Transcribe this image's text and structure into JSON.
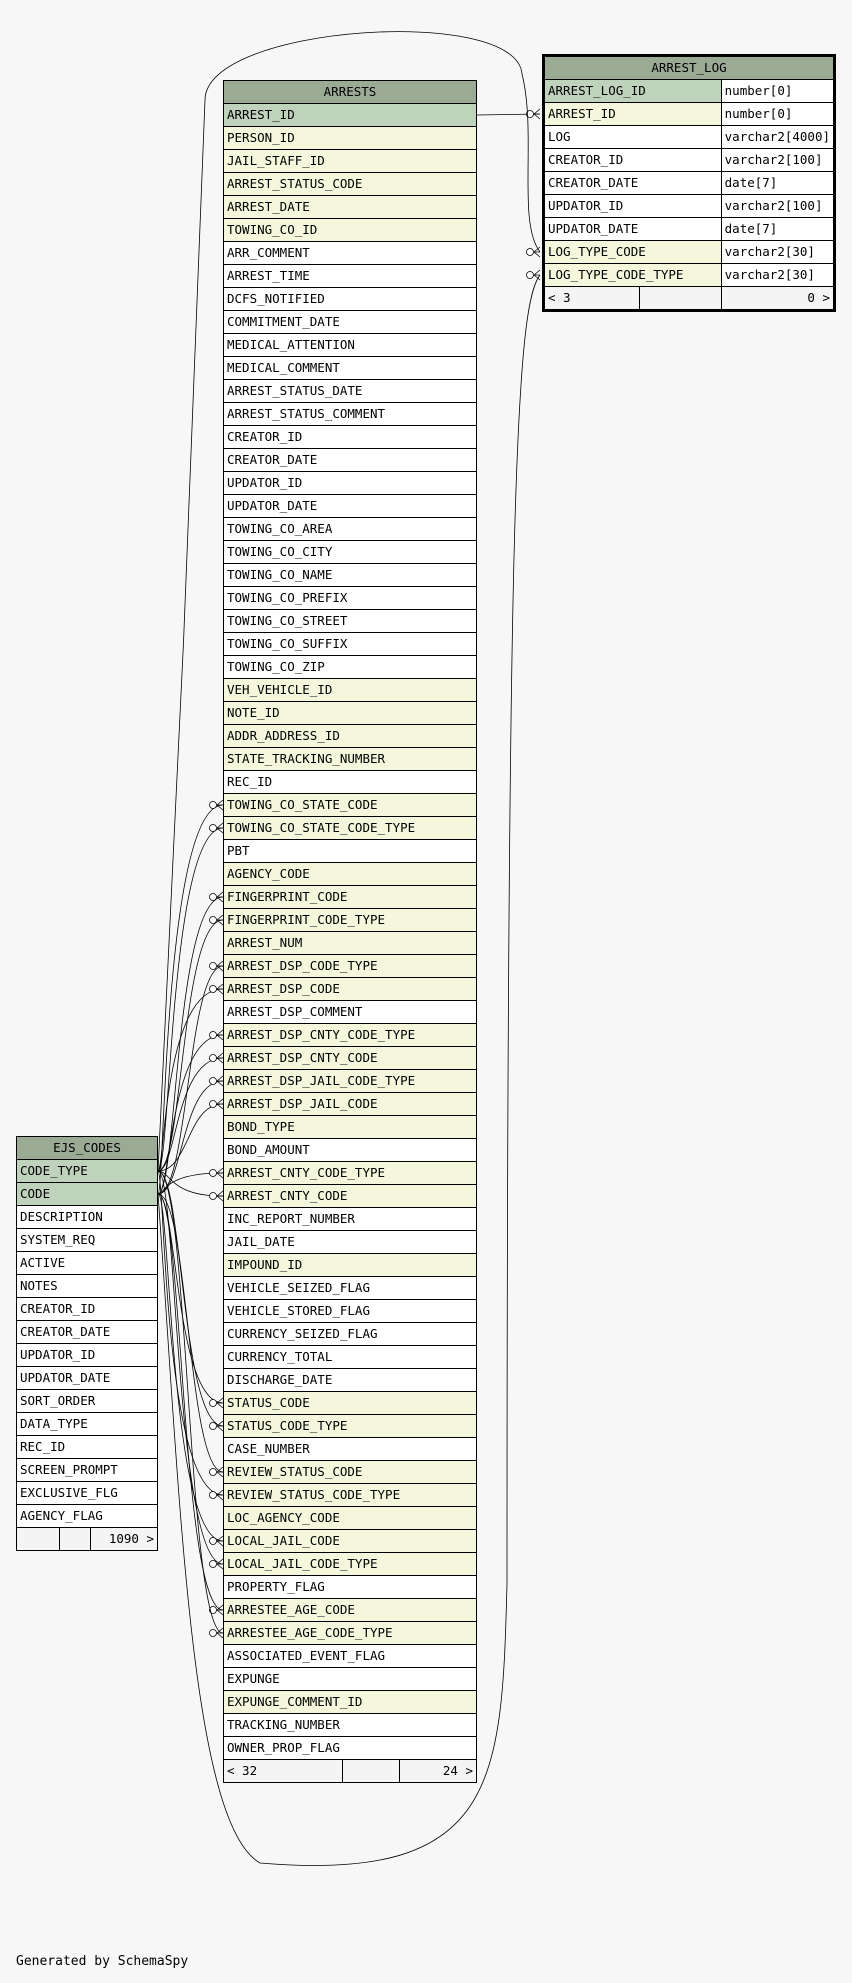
{
  "tables": {
    "arrests": {
      "name": "ARRESTS",
      "columns": [
        {
          "name": "ARREST_ID",
          "kind": "pk"
        },
        {
          "name": "PERSON_ID",
          "kind": "fk"
        },
        {
          "name": "JAIL_STAFF_ID",
          "kind": "fk"
        },
        {
          "name": "ARREST_STATUS_CODE",
          "kind": "fk"
        },
        {
          "name": "ARREST_DATE",
          "kind": "fk"
        },
        {
          "name": "TOWING_CO_ID",
          "kind": "fk"
        },
        {
          "name": "ARR_COMMENT",
          "kind": "plain"
        },
        {
          "name": "ARREST_TIME",
          "kind": "plain"
        },
        {
          "name": "DCFS_NOTIFIED",
          "kind": "plain"
        },
        {
          "name": "COMMITMENT_DATE",
          "kind": "plain"
        },
        {
          "name": "MEDICAL_ATTENTION",
          "kind": "plain"
        },
        {
          "name": "MEDICAL_COMMENT",
          "kind": "plain"
        },
        {
          "name": "ARREST_STATUS_DATE",
          "kind": "plain"
        },
        {
          "name": "ARREST_STATUS_COMMENT",
          "kind": "plain"
        },
        {
          "name": "CREATOR_ID",
          "kind": "plain"
        },
        {
          "name": "CREATOR_DATE",
          "kind": "plain"
        },
        {
          "name": "UPDATOR_ID",
          "kind": "plain"
        },
        {
          "name": "UPDATOR_DATE",
          "kind": "plain"
        },
        {
          "name": "TOWING_CO_AREA",
          "kind": "plain"
        },
        {
          "name": "TOWING_CO_CITY",
          "kind": "plain"
        },
        {
          "name": "TOWING_CO_NAME",
          "kind": "plain"
        },
        {
          "name": "TOWING_CO_PREFIX",
          "kind": "plain"
        },
        {
          "name": "TOWING_CO_STREET",
          "kind": "plain"
        },
        {
          "name": "TOWING_CO_SUFFIX",
          "kind": "plain"
        },
        {
          "name": "TOWING_CO_ZIP",
          "kind": "plain"
        },
        {
          "name": "VEH_VEHICLE_ID",
          "kind": "fk"
        },
        {
          "name": "NOTE_ID",
          "kind": "fk"
        },
        {
          "name": "ADDR_ADDRESS_ID",
          "kind": "fk"
        },
        {
          "name": "STATE_TRACKING_NUMBER",
          "kind": "fk"
        },
        {
          "name": "REC_ID",
          "kind": "plain"
        },
        {
          "name": "TOWING_CO_STATE_CODE",
          "kind": "fk"
        },
        {
          "name": "TOWING_CO_STATE_CODE_TYPE",
          "kind": "fk"
        },
        {
          "name": "PBT",
          "kind": "plain"
        },
        {
          "name": "AGENCY_CODE",
          "kind": "fk"
        },
        {
          "name": "FINGERPRINT_CODE",
          "kind": "fk"
        },
        {
          "name": "FINGERPRINT_CODE_TYPE",
          "kind": "fk"
        },
        {
          "name": "ARREST_NUM",
          "kind": "fk"
        },
        {
          "name": "ARREST_DSP_CODE_TYPE",
          "kind": "fk"
        },
        {
          "name": "ARREST_DSP_CODE",
          "kind": "fk"
        },
        {
          "name": "ARREST_DSP_COMMENT",
          "kind": "plain"
        },
        {
          "name": "ARREST_DSP_CNTY_CODE_TYPE",
          "kind": "fk"
        },
        {
          "name": "ARREST_DSP_CNTY_CODE",
          "kind": "fk"
        },
        {
          "name": "ARREST_DSP_JAIL_CODE_TYPE",
          "kind": "fk"
        },
        {
          "name": "ARREST_DSP_JAIL_CODE",
          "kind": "fk"
        },
        {
          "name": "BOND_TYPE",
          "kind": "fk"
        },
        {
          "name": "BOND_AMOUNT",
          "kind": "plain"
        },
        {
          "name": "ARREST_CNTY_CODE_TYPE",
          "kind": "fk"
        },
        {
          "name": "ARREST_CNTY_CODE",
          "kind": "fk"
        },
        {
          "name": "INC_REPORT_NUMBER",
          "kind": "plain"
        },
        {
          "name": "JAIL_DATE",
          "kind": "plain"
        },
        {
          "name": "IMPOUND_ID",
          "kind": "fk"
        },
        {
          "name": "VEHICLE_SEIZED_FLAG",
          "kind": "plain"
        },
        {
          "name": "VEHICLE_STORED_FLAG",
          "kind": "plain"
        },
        {
          "name": "CURRENCY_SEIZED_FLAG",
          "kind": "plain"
        },
        {
          "name": "CURRENCY_TOTAL",
          "kind": "plain"
        },
        {
          "name": "DISCHARGE_DATE",
          "kind": "plain"
        },
        {
          "name": "STATUS_CODE",
          "kind": "fk"
        },
        {
          "name": "STATUS_CODE_TYPE",
          "kind": "fk"
        },
        {
          "name": "CASE_NUMBER",
          "kind": "plain"
        },
        {
          "name": "REVIEW_STATUS_CODE",
          "kind": "fk"
        },
        {
          "name": "REVIEW_STATUS_CODE_TYPE",
          "kind": "fk"
        },
        {
          "name": "LOC_AGENCY_CODE",
          "kind": "fk"
        },
        {
          "name": "LOCAL_JAIL_CODE",
          "kind": "fk"
        },
        {
          "name": "LOCAL_JAIL_CODE_TYPE",
          "kind": "fk"
        },
        {
          "name": "PROPERTY_FLAG",
          "kind": "plain"
        },
        {
          "name": "ARRESTEE_AGE_CODE",
          "kind": "fk"
        },
        {
          "name": "ARRESTEE_AGE_CODE_TYPE",
          "kind": "fk"
        },
        {
          "name": "ASSOCIATED_EVENT_FLAG",
          "kind": "plain"
        },
        {
          "name": "EXPUNGE",
          "kind": "plain"
        },
        {
          "name": "EXPUNGE_COMMENT_ID",
          "kind": "fk"
        },
        {
          "name": "TRACKING_NUMBER",
          "kind": "plain"
        },
        {
          "name": "OWNER_PROP_FLAG",
          "kind": "plain"
        }
      ],
      "footer_left": "< 32",
      "footer_right": "24 >"
    },
    "arrest_log": {
      "name": "ARREST_LOG",
      "columns": [
        {
          "name": "ARREST_LOG_ID",
          "type": "number[0]",
          "kind": "pk"
        },
        {
          "name": "ARREST_ID",
          "type": "number[0]",
          "kind": "fk"
        },
        {
          "name": "LOG",
          "type": "varchar2[4000]",
          "kind": "plain"
        },
        {
          "name": "CREATOR_ID",
          "type": "varchar2[100]",
          "kind": "plain"
        },
        {
          "name": "CREATOR_DATE",
          "type": "date[7]",
          "kind": "plain"
        },
        {
          "name": "UPDATOR_ID",
          "type": "varchar2[100]",
          "kind": "plain"
        },
        {
          "name": "UPDATOR_DATE",
          "type": "date[7]",
          "kind": "plain"
        },
        {
          "name": "LOG_TYPE_CODE",
          "type": "varchar2[30]",
          "kind": "fk"
        },
        {
          "name": "LOG_TYPE_CODE_TYPE",
          "type": "varchar2[30]",
          "kind": "fk"
        }
      ],
      "footer_left": "< 3",
      "footer_right": "0 >"
    },
    "ejs_codes": {
      "name": "EJS_CODES",
      "columns": [
        {
          "name": "CODE_TYPE",
          "kind": "pk"
        },
        {
          "name": "CODE",
          "kind": "pk"
        },
        {
          "name": "DESCRIPTION",
          "kind": "plain"
        },
        {
          "name": "SYSTEM_REQ",
          "kind": "plain"
        },
        {
          "name": "ACTIVE",
          "kind": "plain"
        },
        {
          "name": "NOTES",
          "kind": "plain"
        },
        {
          "name": "CREATOR_ID",
          "kind": "plain"
        },
        {
          "name": "CREATOR_DATE",
          "kind": "plain"
        },
        {
          "name": "UPDATOR_ID",
          "kind": "plain"
        },
        {
          "name": "UPDATOR_DATE",
          "kind": "plain"
        },
        {
          "name": "SORT_ORDER",
          "kind": "plain"
        },
        {
          "name": "DATA_TYPE",
          "kind": "plain"
        },
        {
          "name": "REC_ID",
          "kind": "plain"
        },
        {
          "name": "SCREEN_PROMPT",
          "kind": "plain"
        },
        {
          "name": "EXCLUSIVE_FLG",
          "kind": "plain"
        },
        {
          "name": "AGENCY_FLAG",
          "kind": "plain"
        }
      ],
      "footer_right": "1090 >"
    }
  },
  "footer": "Generated by SchemaSpy"
}
